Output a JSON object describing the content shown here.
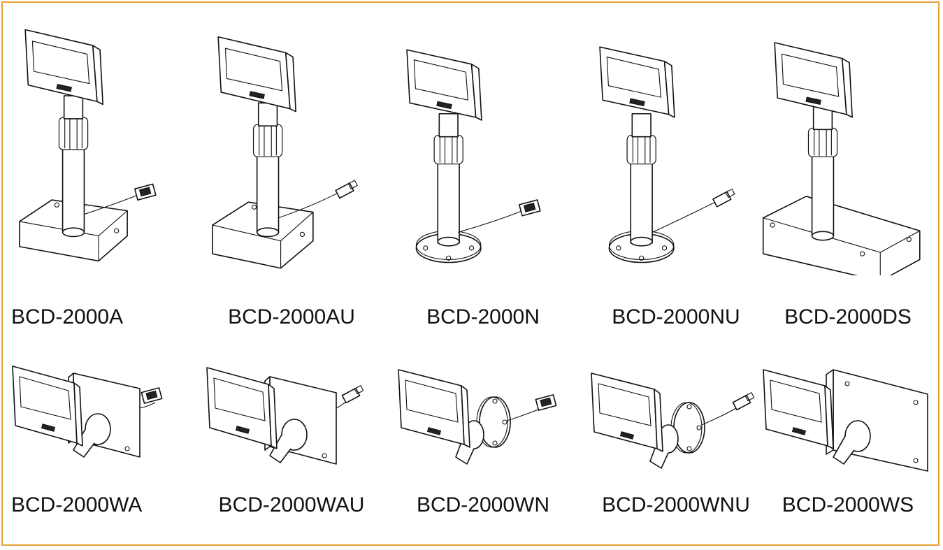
{
  "border_color": "#e8a03a",
  "models_row1": [
    {
      "label": "BCD-2000A",
      "base": "stand",
      "connector": "serial"
    },
    {
      "label": "BCD-2000AU",
      "base": "stand",
      "connector": "usb"
    },
    {
      "label": "BCD-2000N",
      "base": "flange",
      "connector": "serial"
    },
    {
      "label": "BCD-2000NU",
      "base": "flange",
      "connector": "usb"
    },
    {
      "label": "BCD-2000DS",
      "base": "stand-wide",
      "connector": "none"
    }
  ],
  "models_row2": [
    {
      "label": "BCD-2000WA",
      "base": "wall",
      "connector": "serial"
    },
    {
      "label": "BCD-2000WAU",
      "base": "wall",
      "connector": "usb"
    },
    {
      "label": "BCD-2000WN",
      "base": "wall-flange",
      "connector": "serial"
    },
    {
      "label": "BCD-2000WNU",
      "base": "wall-flange",
      "connector": "usb"
    },
    {
      "label": "BCD-2000WS",
      "base": "wall",
      "connector": "none"
    }
  ]
}
